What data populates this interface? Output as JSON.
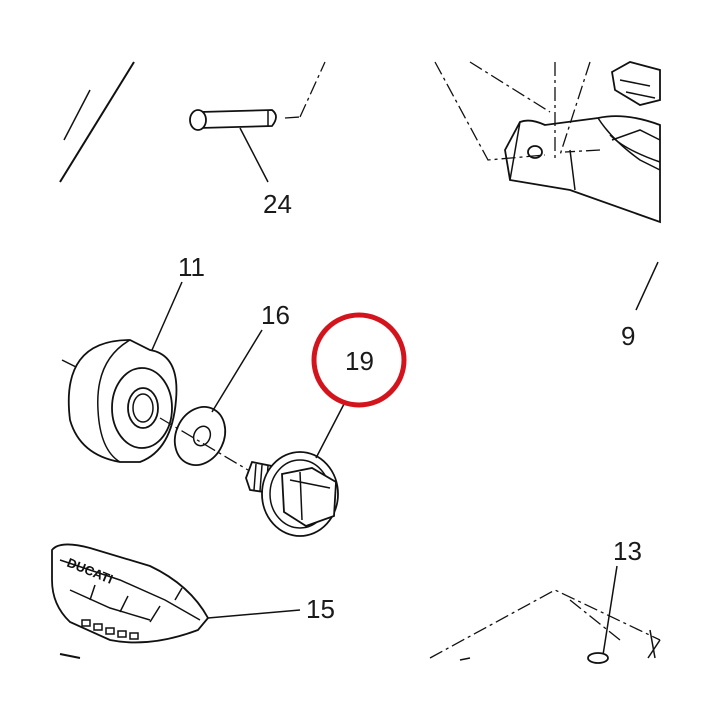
{
  "callouts": [
    {
      "id": "24",
      "text": "24"
    },
    {
      "id": "11",
      "text": "11"
    },
    {
      "id": "16",
      "text": "16"
    },
    {
      "id": "19",
      "text": "19"
    },
    {
      "id": "9",
      "text": "9"
    },
    {
      "id": "13",
      "text": "13"
    },
    {
      "id": "15",
      "text": "15"
    }
  ],
  "highlight": {
    "callout": "19",
    "color": "#d4141c"
  },
  "footpeg_logo_text": "DUCATI"
}
